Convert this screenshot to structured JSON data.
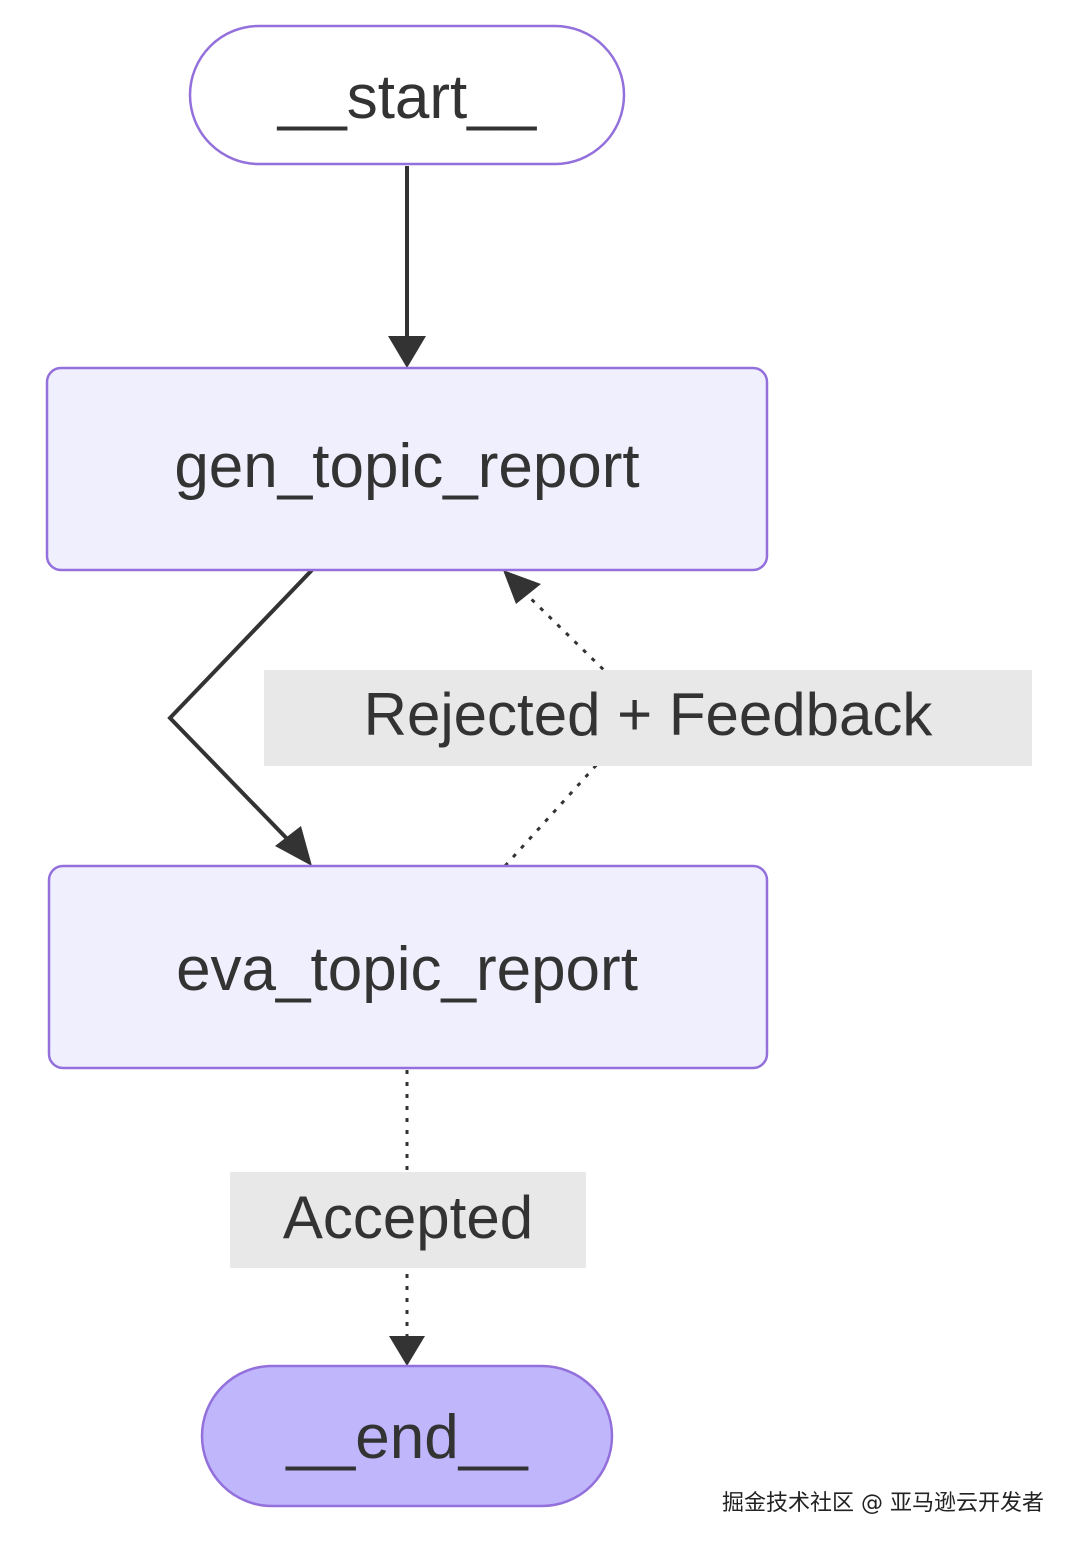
{
  "diagram": {
    "nodes": {
      "start": {
        "label": "__start__"
      },
      "gen": {
        "label": "gen_topic_report"
      },
      "eva": {
        "label": "eva_topic_report"
      },
      "end": {
        "label": "__end__"
      }
    },
    "edges": {
      "rejected": {
        "label": "Rejected + Feedback"
      },
      "accepted": {
        "label": "Accepted"
      }
    }
  },
  "colors": {
    "node_fill": "#ECECFF",
    "node_stroke": "#9370DB",
    "end_fill": "#BFB6FC",
    "edge": "#333333",
    "label_bg": "#E8E8E8"
  },
  "watermark": "掘金技术社区 @ 亚马逊云开发者"
}
